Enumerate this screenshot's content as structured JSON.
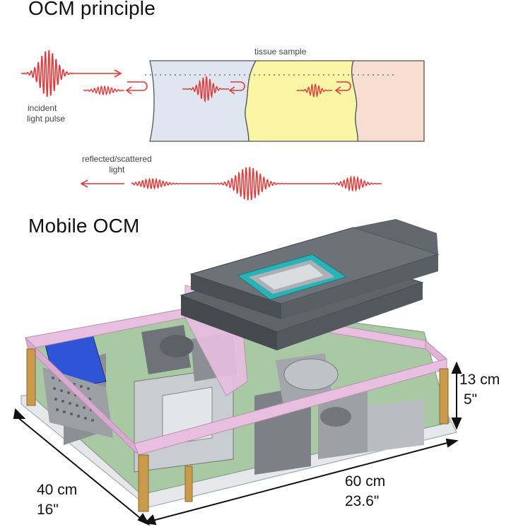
{
  "section1": {
    "title": "OCM principle"
  },
  "principle": {
    "sample_label": "tissue sample",
    "incident_label_1": "incident",
    "incident_label_2": "light pulse",
    "reflected_label_1": "reflected/scattered",
    "reflected_label_2": "light"
  },
  "section2": {
    "title": "Mobile OCM"
  },
  "dimensions": {
    "height_cm": "13 cm",
    "height_in": "5\"",
    "length_cm": "60 cm",
    "length_in": "23.6\"",
    "width_cm": "40 cm",
    "width_in": "16\""
  },
  "colors": {
    "wave": "#e03a3a",
    "tissue_blue": "#dfe6f0",
    "tissue_yellow": "#fbf6a6",
    "tissue_pink": "#f7ddd2",
    "frame_pink": "#e8bfe0",
    "stage": "#555a60",
    "holder": "#29b3b6",
    "base": "#a9c9a4"
  }
}
